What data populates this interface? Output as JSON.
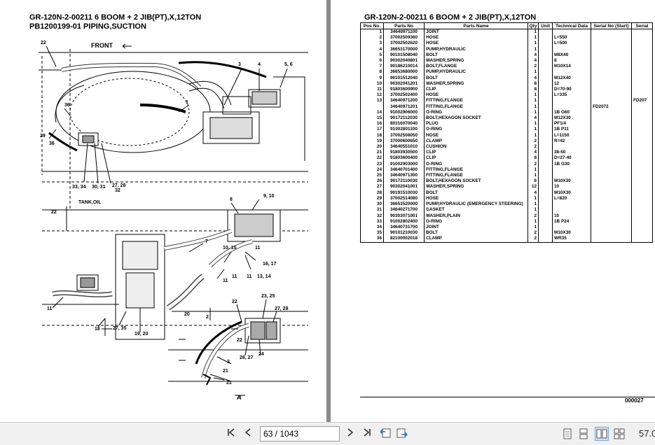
{
  "left_page": {
    "title_line1": "GR-120N-2-00211 6 BOOM + 2 JIB(PT),X,12TON",
    "title_line2": "PB1200199-01 PIPING,SUCTION",
    "front_label": "FRONT",
    "tank_label": "TANK,OIL",
    "section_label": "A",
    "callouts": [
      "22",
      "3",
      "4",
      "5, 6",
      "1",
      "36",
      "29",
      "36",
      "33, 34",
      "30, 31",
      "27, 28",
      "32",
      "22",
      "9, 10",
      "8",
      "7",
      "10, 15",
      "11",
      "16, 17",
      "11",
      "11",
      "13, 14",
      "11",
      "18",
      "27, 35",
      "19, 20",
      "20",
      "2",
      "11",
      "23, 25",
      "27, 28",
      "22",
      "26, 27",
      "22",
      "24",
      "3",
      "21",
      "21",
      "A"
    ]
  },
  "right_page": {
    "title": "GR-120N-2-00211 6 BOOM + 2 JIB(PT),X,12TON",
    "headers": [
      "Pos No.",
      "Parts No",
      "Parts Name",
      "Qty",
      "Unit",
      "Technical Data",
      "Serial No (Start)",
      "Serial"
    ],
    "rows": [
      [
        "1",
        "34640971100",
        "JOINT",
        "1",
        "",
        "",
        "",
        ""
      ],
      [
        "2",
        "37002509360",
        "HOSE",
        "1",
        "",
        "L=550",
        "",
        ""
      ],
      [
        "3",
        "37002502620",
        "HOSE",
        "1",
        "",
        "L=500",
        "",
        ""
      ],
      [
        "4",
        "36653170000",
        "PUMP,HYDRAULIC",
        "1",
        "",
        "",
        "",
        ""
      ],
      [
        "5",
        "90101508040",
        "BOLT",
        "4",
        "",
        "M8X40",
        "",
        ""
      ],
      [
        "6",
        "90302040801",
        "WASHER,SPRING",
        "4",
        "",
        "8",
        "",
        ""
      ],
      [
        "7",
        "90186210014",
        "BOLT,FLANGE",
        "2",
        "",
        "M10X14",
        "",
        ""
      ],
      [
        "8",
        "36653680000",
        "PUMP,HYDRAULIC",
        "1",
        "",
        "",
        "",
        ""
      ],
      [
        "9",
        "90101512040",
        "BOLT",
        "4",
        "",
        "M12X40",
        "",
        ""
      ],
      [
        "10",
        "90302041201",
        "WASHER,SPRING",
        "8",
        "",
        "12",
        "",
        ""
      ],
      [
        "11",
        "91803600900",
        "CLIP",
        "8",
        "",
        "D=70-90",
        "",
        ""
      ],
      [
        "12",
        "37002502400",
        "HOSE",
        "1",
        "",
        "L=335",
        "",
        ""
      ],
      [
        "13",
        "34640971200",
        "FITTING,FLANGE",
        "1",
        "",
        "",
        "",
        "FD207"
      ],
      [
        "",
        "34640971201",
        "FITTING,FLANGE",
        "1",
        "",
        "",
        "FD2072",
        ""
      ],
      [
        "14",
        "91002906000",
        "O-RING",
        "1",
        "",
        "1B G60",
        "",
        ""
      ],
      [
        "15",
        "90172112030",
        "BOLT,HEXAGON SOCKET",
        "4",
        "",
        "M12X30",
        "",
        ""
      ],
      [
        "16",
        "80316070040",
        "PLUG",
        "1",
        "",
        "PF1/4",
        "",
        ""
      ],
      [
        "17",
        "91002801100",
        "O-RING",
        "1",
        "",
        "1B P11",
        "",
        ""
      ],
      [
        "18",
        "37002508050",
        "HOSE",
        "1",
        "",
        "L=1150",
        "",
        ""
      ],
      [
        "19",
        "37000600650",
        "CLAMP",
        "2",
        "",
        "R=42",
        "",
        ""
      ],
      [
        "20",
        "34640551010",
        "CUSHION",
        "2",
        "",
        "",
        "",
        ""
      ],
      [
        "21",
        "91803930500",
        "CLIP",
        "4",
        "",
        "38-50",
        "",
        ""
      ],
      [
        "22",
        "91803600400",
        "CLIP",
        "8",
        "",
        "D=27-40",
        "",
        ""
      ],
      [
        "23",
        "91002903000",
        "O-RING",
        "2",
        "",
        "1B G30",
        "",
        ""
      ],
      [
        "24",
        "34640701400",
        "FITTING,FLANGE",
        "1",
        "",
        "",
        "",
        ""
      ],
      [
        "25",
        "34640971300",
        "FITTING,FLANGE",
        "1",
        "",
        "",
        "",
        ""
      ],
      [
        "26",
        "90172110030",
        "BOLT,HEXAGON SOCKET",
        "6",
        "",
        "M10X30",
        "",
        ""
      ],
      [
        "27",
        "90302041001",
        "WASHER,SPRING",
        "12",
        "",
        "10",
        "",
        ""
      ],
      [
        "28",
        "90191510030",
        "BOLT",
        "4",
        "",
        "M10X30",
        "",
        ""
      ],
      [
        "29",
        "37002514080",
        "HOSE",
        "1",
        "",
        "L=820",
        "",
        ""
      ],
      [
        "30",
        "36653520000",
        "PUMP,HYDRAULIC (EMERGENCY STEERING)",
        "1",
        "",
        "",
        "",
        ""
      ],
      [
        "31",
        "34640271700",
        "GASKET",
        "1",
        "",
        "",
        "",
        ""
      ],
      [
        "32",
        "90303071001",
        "WASHER,PLAIN",
        "2",
        "",
        "10",
        "",
        ""
      ],
      [
        "33",
        "91002802400",
        "O-RING",
        "1",
        "",
        "1B P24",
        "",
        ""
      ],
      [
        "34",
        "34640731700",
        "JOINT",
        "1",
        "",
        "",
        "",
        ""
      ],
      [
        "35",
        "90101210030",
        "BOLT",
        "2",
        "",
        "M10X30",
        "",
        ""
      ],
      [
        "36",
        "82100002018",
        "CLAMP",
        "2",
        "",
        "WR35",
        "",
        ""
      ]
    ],
    "page_number": "000027"
  },
  "toolbar": {
    "page_value": "63 / 1043",
    "zoom": "57.0"
  }
}
